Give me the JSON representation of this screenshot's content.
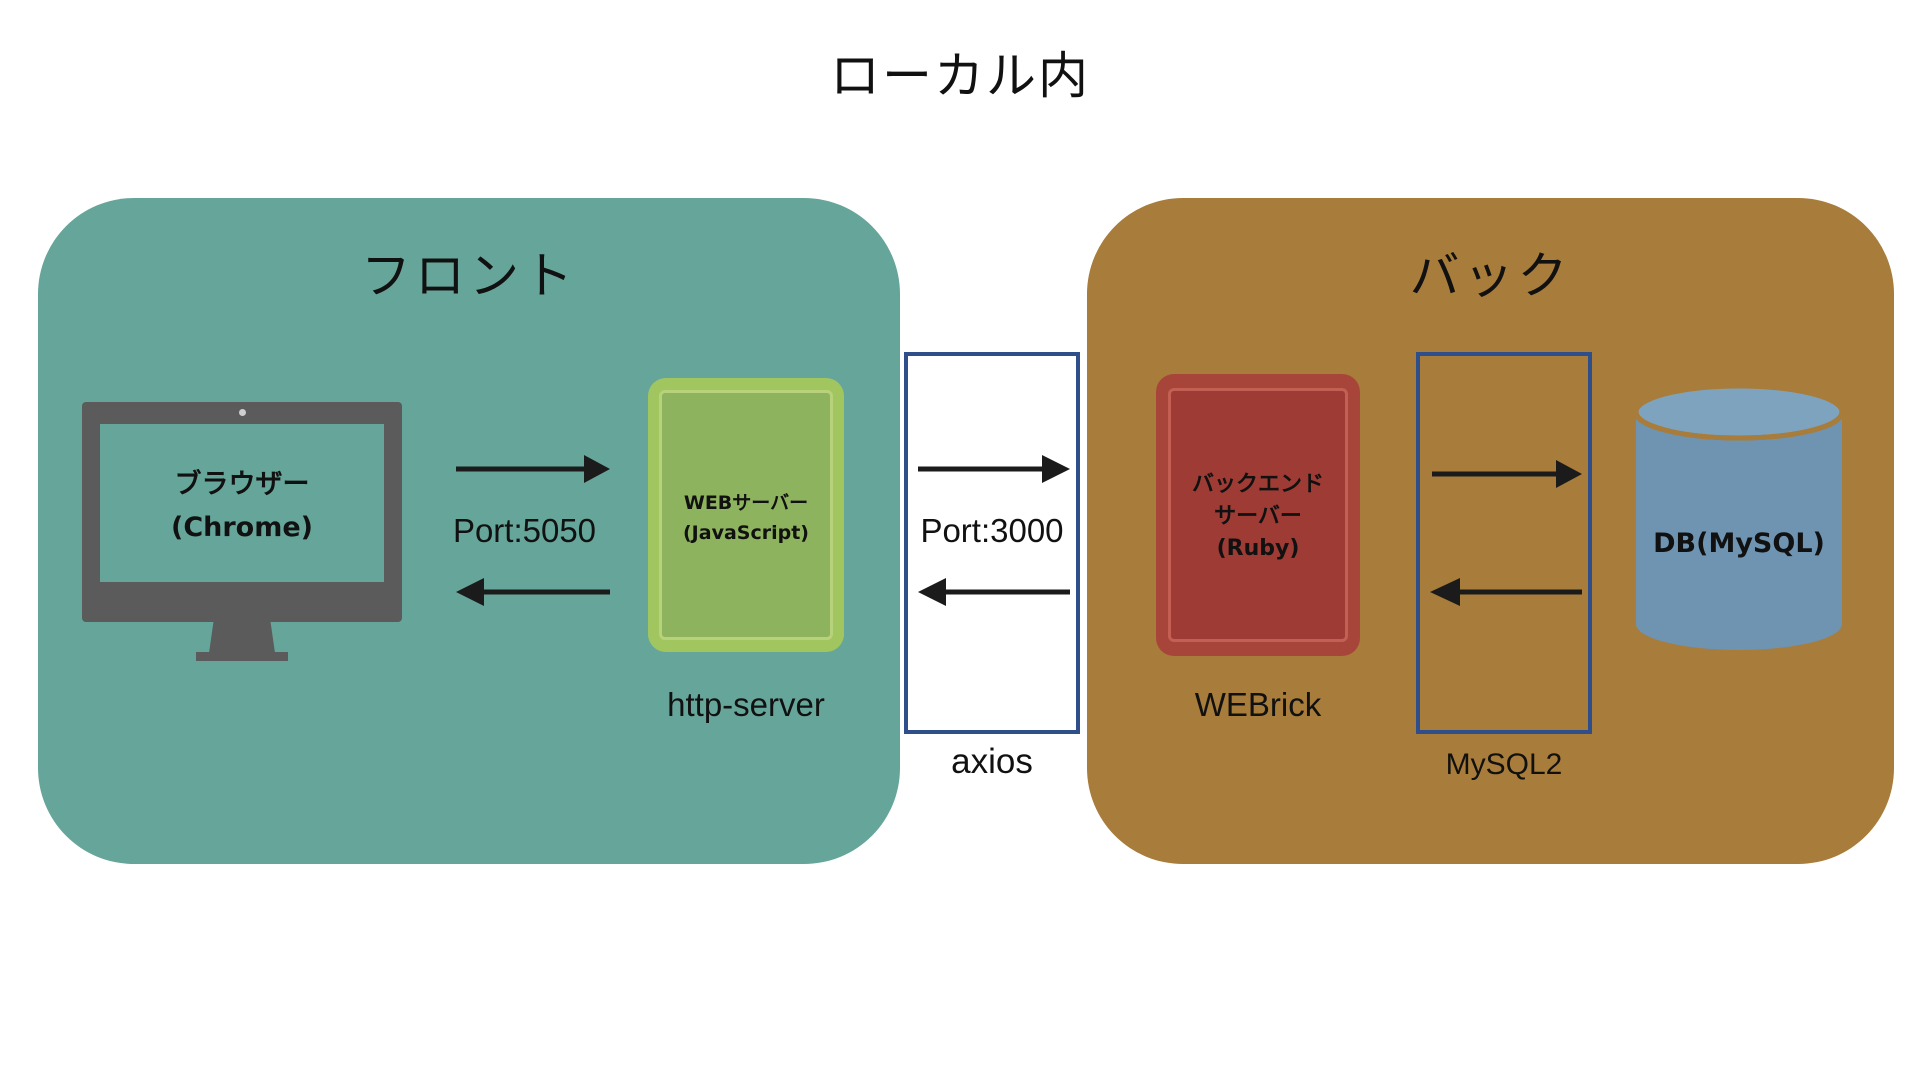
{
  "title": "ローカル内",
  "zones": {
    "front": {
      "title": "フロント",
      "color": "#66a69a"
    },
    "back": {
      "title": "バック",
      "color": "#a87c3a"
    }
  },
  "browser": {
    "line1": "ブラウザー",
    "line2": "(Chrome)",
    "icon": "monitor-icon"
  },
  "web_server": {
    "line1": "WEBサーバー",
    "line2": "(JavaScript)",
    "caption": "http-server",
    "color": "#8eb35e"
  },
  "port_front": "Port:5050",
  "bridge": {
    "port": "Port:3000",
    "caption": "axios"
  },
  "backend_server": {
    "line1": "バックエンド",
    "line2": "サーバー",
    "line3": "(Ruby)",
    "caption": "WEBrick",
    "color": "#9e3b34"
  },
  "db_link": {
    "caption": "MySQL2"
  },
  "database": {
    "label": "DB(MySQL)",
    "icon": "database-cylinder-icon",
    "color": "#6e94b1"
  }
}
